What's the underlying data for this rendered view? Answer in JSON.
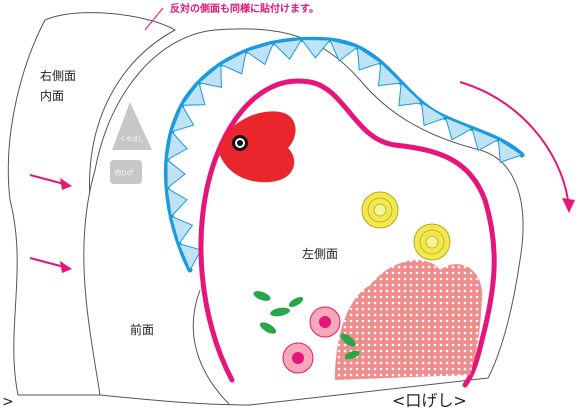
{
  "note": "反対の側面も同様に貼付けます。",
  "labels": {
    "right_inner_line1": "右側面",
    "right_inner_line2": "内面",
    "left_side": "左側面",
    "front": "前面",
    "title": "<口げし>",
    "part_kuchibashi": "くちばし",
    "part_nikuhige": "肉ひげ",
    "bottom_left_mark": ">"
  },
  "icons": [
    "arrow-right-icon",
    "arrow-right-icon",
    "curved-arrow-icon",
    "flower-icon",
    "leaf-icon"
  ],
  "colors": {
    "pink": "#e6157a",
    "blue": "#1a9be0",
    "tooth_fill": "#bfe3f5",
    "red": "#e8262c",
    "yellow": "#f2e94e",
    "salmon": "#ef8c8c",
    "green": "#27a64a",
    "gray": "#c7c7c7"
  }
}
